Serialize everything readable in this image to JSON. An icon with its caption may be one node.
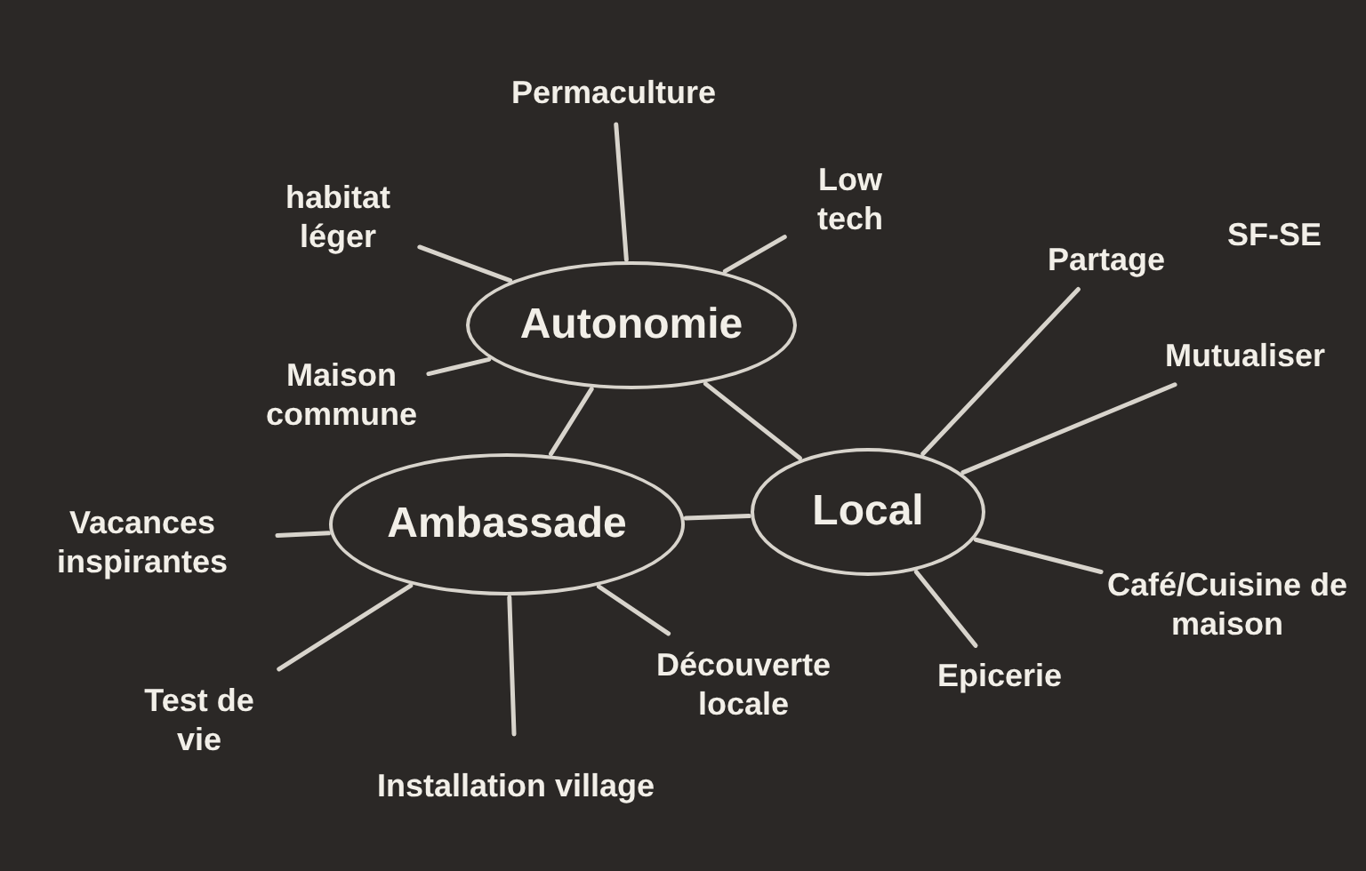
{
  "diagram": {
    "nodes": [
      {
        "text": [
          "Autonomie"
        ]
      },
      {
        "text": [
          "Ambassade"
        ]
      },
      {
        "text": [
          "Local"
        ]
      },
      {
        "text": [
          "Permaculture"
        ]
      },
      {
        "text": [
          "Low tech"
        ]
      },
      {
        "text": [
          "habitat léger"
        ]
      },
      {
        "text": [
          "Maison commune"
        ]
      },
      {
        "text": [
          "Partage"
        ]
      },
      {
        "text": [
          "Mutualiser"
        ]
      },
      {
        "text": [
          "Café/Cuisine de maison"
        ]
      },
      {
        "text": [
          "Epicerie"
        ]
      },
      {
        "text": [
          "Vacances inspirantes"
        ]
      },
      {
        "text": [
          "Test de vie"
        ]
      },
      {
        "text": [
          "Installation village"
        ]
      },
      {
        "text": [
          "Découverte locale"
        ]
      }
    ],
    "edges": [
      {
        "from": 0,
        "to": 3,
        "arrow": "none"
      },
      {
        "from": 0,
        "to": 4,
        "arrow": "none"
      },
      {
        "from": 0,
        "to": 5,
        "arrow": "none"
      },
      {
        "from": 0,
        "to": 6,
        "arrow": "none"
      },
      {
        "from": 0,
        "to": 1,
        "arrow": "none"
      },
      {
        "from": 0,
        "to": 2,
        "arrow": "none"
      },
      {
        "from": 2,
        "to": 7,
        "arrow": "none"
      },
      {
        "from": 2,
        "to": 8,
        "arrow": "none"
      },
      {
        "from": 2,
        "to": 9,
        "arrow": "none"
      },
      {
        "from": 2,
        "to": 10,
        "arrow": "none"
      },
      {
        "from": 1,
        "to": 2,
        "arrow": "none"
      },
      {
        "from": 1,
        "to": 11,
        "arrow": "none"
      },
      {
        "from": 1,
        "to": 12,
        "arrow": "none"
      },
      {
        "from": 1,
        "to": 13,
        "arrow": "none"
      },
      {
        "from": 1,
        "to": 14,
        "arrow": "none"
      }
    ],
    "labels": [
      "SF-SE"
    ]
  }
}
